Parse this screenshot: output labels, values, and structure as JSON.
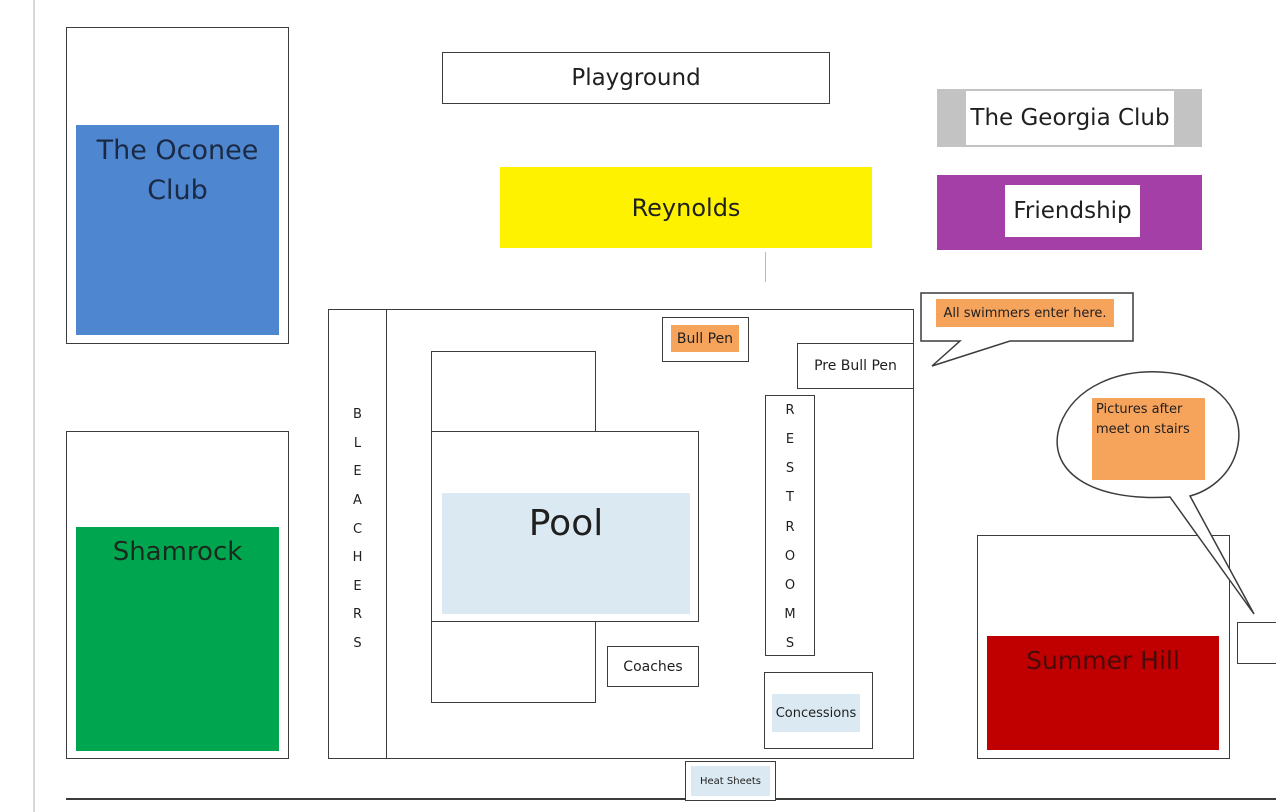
{
  "map": {
    "playground": "Playground",
    "georgia_club": "The Georgia Club",
    "oconee_club_line1": "The Oconee",
    "oconee_club_line2": "Club",
    "reynolds": "Reynolds",
    "friendship": "Friendship",
    "shamrock": "Shamrock",
    "summer_hill": "Summer Hill",
    "bull_pen": "Bull Pen",
    "pre_bull_pen": "Pre Bull Pen",
    "callout_enter": "All swimmers enter here.",
    "callout_pictures": "Pictures after meet on stairs",
    "bleachers_letters": [
      "B",
      "L",
      "E",
      "A",
      "C",
      "H",
      "E",
      "R",
      "S"
    ],
    "restrooms_letters": [
      "R",
      "E",
      "S",
      "T",
      "R",
      "O",
      "O",
      "M",
      "S"
    ],
    "pool": "Pool",
    "coaches": "Coaches",
    "concessions": "Concessions",
    "heat_sheets": "Heat Sheets"
  },
  "colors": {
    "oconee": "#4f86d0",
    "reynolds": "#fff200",
    "georgia": "#c3c3c3",
    "friendship": "#a43fa8",
    "shamrock": "#00a64f",
    "summer_hill": "#c00000",
    "orange": "#f6a35c",
    "pool": "#dbeaf2"
  }
}
